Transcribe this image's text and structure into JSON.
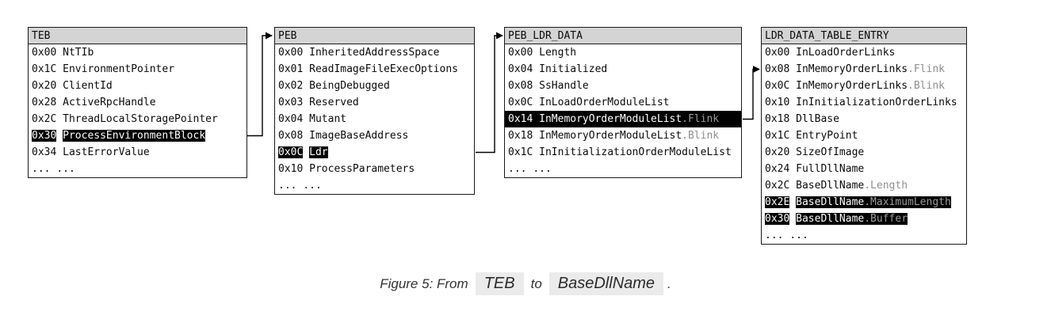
{
  "figure": {
    "tables": [
      {
        "id": "teb",
        "title": "TEB",
        "rows": [
          {
            "offset": "0x00",
            "name": "NtTIb"
          },
          {
            "offset": "0x1C",
            "name": "EnvironmentPointer"
          },
          {
            "offset": "0x20",
            "name": "ClientId"
          },
          {
            "offset": "0x28",
            "name": "ActiveRpcHandle"
          },
          {
            "offset": "0x2C",
            "name": "ThreadLocalStoragePointer"
          },
          {
            "offset": "0x30",
            "name": "ProcessEnvironmentBlock",
            "highlight": "spans"
          },
          {
            "offset": "0x34",
            "name": "LastErrorValue"
          },
          {
            "offset": "...",
            "name": "..."
          }
        ]
      },
      {
        "id": "peb",
        "title": "PEB",
        "rows": [
          {
            "offset": "0x00",
            "name": "InheritedAddressSpace"
          },
          {
            "offset": "0x01",
            "name": "ReadImageFileExecOptions"
          },
          {
            "offset": "0x02",
            "name": "BeingDebugged"
          },
          {
            "offset": "0x03",
            "name": "Reserved"
          },
          {
            "offset": "0x04",
            "name": "Mutant"
          },
          {
            "offset": "0x08",
            "name": "ImageBaseAddress"
          },
          {
            "offset": "0x0C",
            "name": "Ldr",
            "highlight": "spans"
          },
          {
            "offset": "0x10",
            "name": "ProcessParameters"
          },
          {
            "offset": "...",
            "name": "..."
          }
        ]
      },
      {
        "id": "peb_ldr_data",
        "title": "PEB_LDR_DATA",
        "rows": [
          {
            "offset": "0x00",
            "name": "Length"
          },
          {
            "offset": "0x04",
            "name": "Initialized"
          },
          {
            "offset": "0x08",
            "name": "SsHandle"
          },
          {
            "offset": "0x0C",
            "name": "InLoadOrderModuleList"
          },
          {
            "offset": "0x14",
            "name": "InMemoryOrderModuleList",
            "suffix": ".Flink",
            "highlight": "full"
          },
          {
            "offset": "0x18",
            "name": "InMemoryOrderModuleList",
            "suffix": ".Blink"
          },
          {
            "offset": "0x1C",
            "name": "InInitializationOrderModuleList"
          },
          {
            "offset": "...",
            "name": "..."
          }
        ]
      },
      {
        "id": "ldr_data_table_entry",
        "title": "LDR_DATA_TABLE_ENTRY",
        "rows": [
          {
            "offset": "0x00",
            "name": "InLoadOrderLinks"
          },
          {
            "offset": "0x08",
            "name": "InMemoryOrderLinks",
            "suffix": ".Flink"
          },
          {
            "offset": "0x0C",
            "name": "InMemoryOrderLinks",
            "suffix": ".Blink"
          },
          {
            "offset": "0x10",
            "name": "InInitializationOrderLinks"
          },
          {
            "offset": "0x18",
            "name": "DllBase"
          },
          {
            "offset": "0x1C",
            "name": "EntryPoint"
          },
          {
            "offset": "0x20",
            "name": "SizeOfImage"
          },
          {
            "offset": "0x24",
            "name": "FullDllName"
          },
          {
            "offset": "0x2C",
            "name": "BaseDllName",
            "suffix": ".Length"
          },
          {
            "offset": "0x2E",
            "name": "BaseDllName",
            "suffix": ".MaximumLength",
            "highlight": "spans"
          },
          {
            "offset": "0x30",
            "name": "BaseDllName",
            "suffix": ".Buffer",
            "highlight": "spans"
          },
          {
            "offset": "...",
            "name": "..."
          }
        ]
      }
    ],
    "arrows": [
      {
        "name": "arrow-teb-to-peb",
        "from": "TEB.0x30 ProcessEnvironmentBlock",
        "to": "PEB header"
      },
      {
        "name": "arrow-peb-to-peb-ldr-data",
        "from": "PEB.0x0C Ldr",
        "to": "PEB_LDR_DATA header"
      },
      {
        "name": "arrow-peb-ldr-data-to-entry",
        "from": "PEB_LDR_DATA.0x14 InMemoryOrderModuleList.Flink",
        "to": "LDR_DATA_TABLE_ENTRY.0x08 InMemoryOrderLinks.Flink"
      }
    ],
    "caption": {
      "prefix": "Figure 5: From",
      "code1": "TEB",
      "middle": "to",
      "code2": "BaseDllName",
      "suffix": "."
    },
    "colors": {
      "header_bg": "#d4d4d4",
      "highlight_bg": "#000000",
      "highlight_fg": "#ffffff",
      "muted_fg": "#8f8f8f",
      "chip_bg": "#ebebeb"
    }
  }
}
